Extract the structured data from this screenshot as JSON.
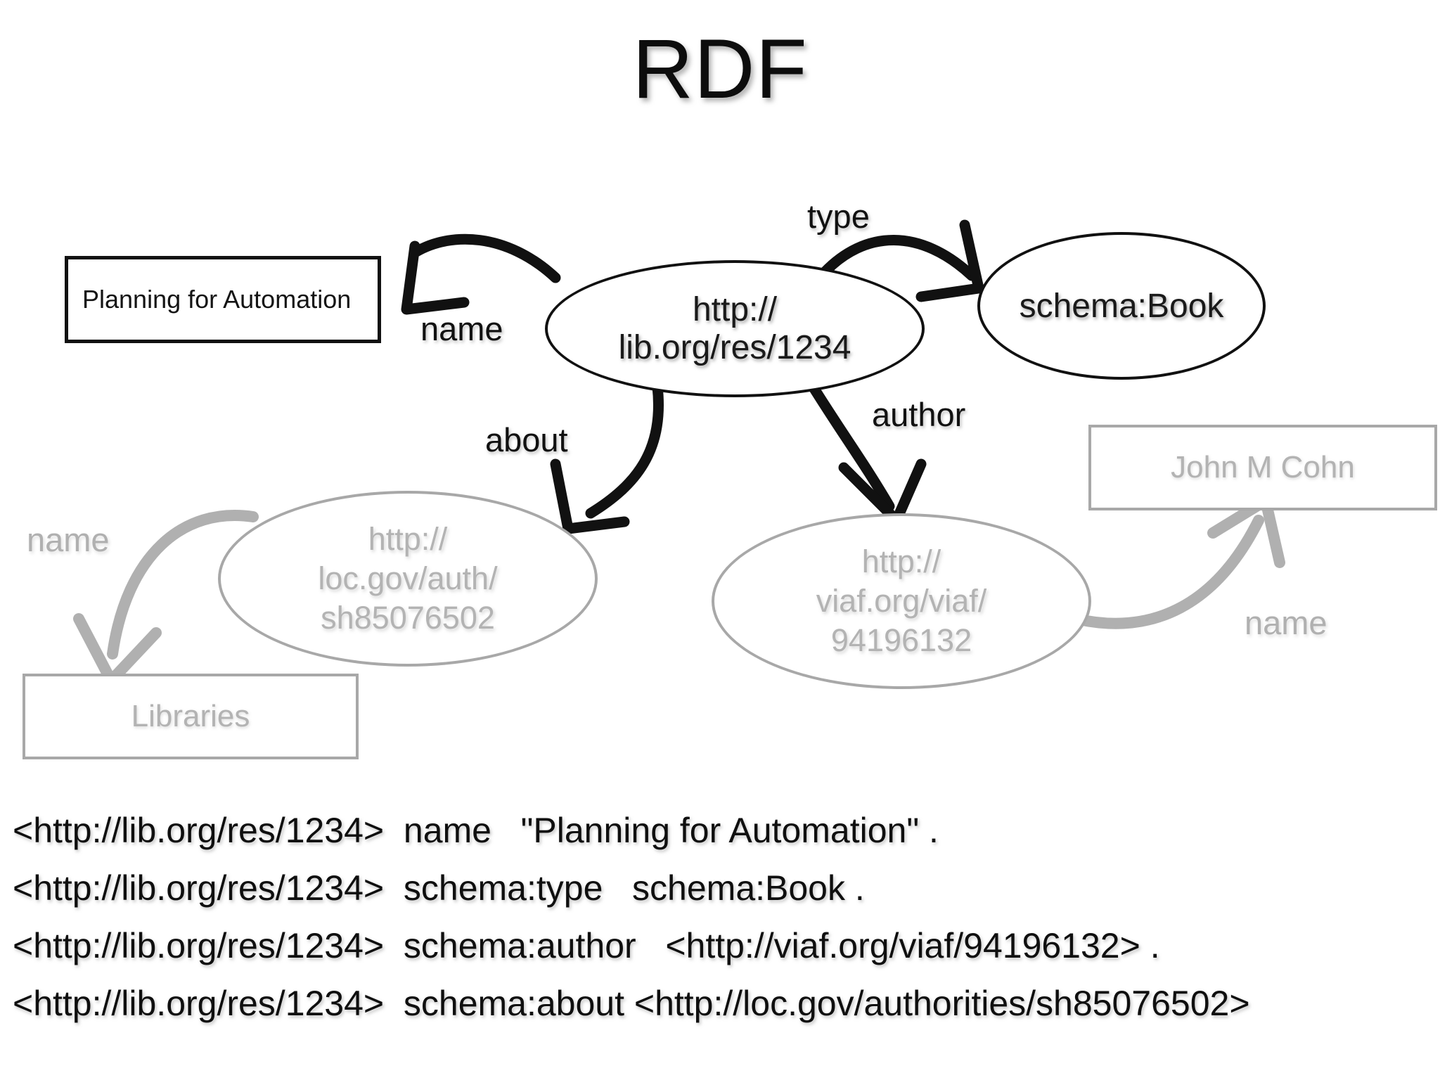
{
  "title": "RDF",
  "graph": {
    "nodes": [
      {
        "id": "literal-planning",
        "shape": "rectangle",
        "style": "black",
        "label": "Planning for Automation"
      },
      {
        "id": "resource-lib",
        "shape": "ellipse",
        "style": "black",
        "line1": "http://",
        "line2": "lib.org/res/1234"
      },
      {
        "id": "class-schema-book",
        "shape": "ellipse",
        "style": "black",
        "label": "schema:Book"
      },
      {
        "id": "resource-locgov",
        "shape": "ellipse",
        "style": "gray",
        "line1": "http://",
        "line2": "loc.gov/auth/",
        "line3": "sh85076502"
      },
      {
        "id": "resource-viaf",
        "shape": "ellipse",
        "style": "gray",
        "line1": "http://",
        "line2": "viaf.org/viaf/",
        "line3": "94196132"
      },
      {
        "id": "literal-libraries",
        "shape": "rectangle",
        "style": "gray",
        "label": "Libraries"
      },
      {
        "id": "literal-john-m-cohn",
        "shape": "rectangle",
        "style": "gray",
        "label": "John M Cohn"
      }
    ],
    "edges": [
      {
        "id": "edge-name-title",
        "label": "name",
        "style": "black",
        "from": "resource-lib",
        "to": "literal-planning"
      },
      {
        "id": "edge-type",
        "label": "type",
        "style": "black",
        "from": "resource-lib",
        "to": "class-schema-book"
      },
      {
        "id": "edge-about",
        "label": "about",
        "style": "black",
        "from": "resource-lib",
        "to": "resource-locgov"
      },
      {
        "id": "edge-author",
        "label": "author",
        "style": "black",
        "from": "resource-lib",
        "to": "resource-viaf"
      },
      {
        "id": "edge-name-subj",
        "label": "name",
        "style": "gray",
        "from": "resource-locgov",
        "to": "literal-libraries"
      },
      {
        "id": "edge-name-author",
        "label": "name",
        "style": "gray",
        "from": "resource-viaf",
        "to": "literal-john-m-cohn"
      }
    ]
  },
  "triples": [
    "<http://lib.org/res/1234>  name   \"Planning for Automation\" .",
    "<http://lib.org/res/1234>  schema:type   schema:Book .",
    "<http://lib.org/res/1234>  schema:author   <http://viaf.org/viaf/94196132> .",
    "<http://lib.org/res/1234>  schema:about <http://loc.gov/authorities/sh85076502>"
  ],
  "colors": {
    "ink": "#111111",
    "gray": "#a8a8a8",
    "gray_text": "#b3b3b3",
    "background": "#ffffff"
  }
}
